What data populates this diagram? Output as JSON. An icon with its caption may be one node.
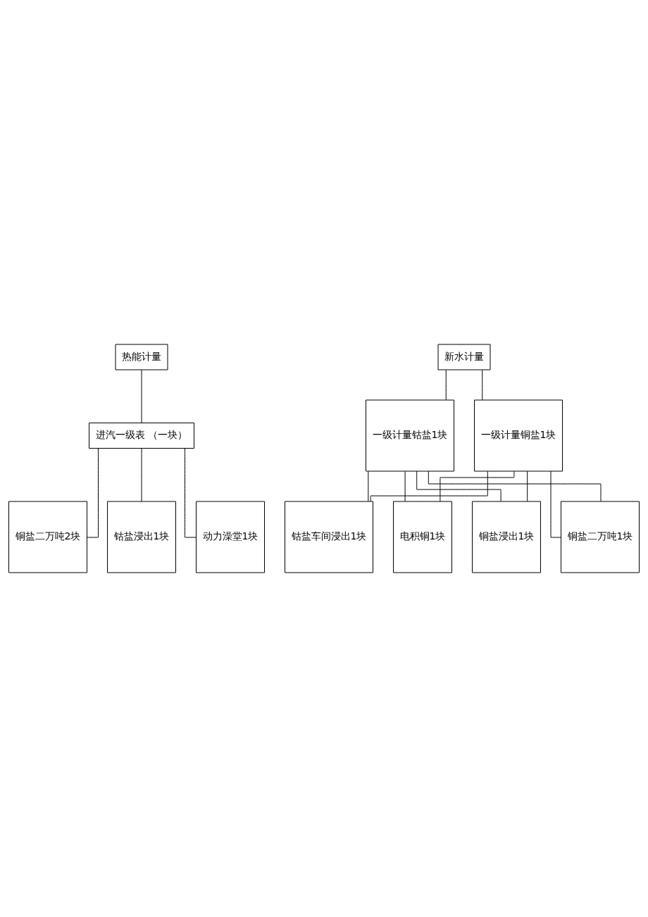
{
  "diagram": {
    "nodes": [
      {
        "text": [
          "热能计量"
        ]
      },
      {
        "text": [
          "进汽一级表 （一块）"
        ]
      },
      {
        "text": [
          "铜盐二万吨2块"
        ]
      },
      {
        "text": [
          "钴盐浸出1块"
        ]
      },
      {
        "text": [
          "动力澡堂1块"
        ]
      },
      {
        "text": [
          "新水计量"
        ]
      },
      {
        "text": [
          "一级计量钴盐1块"
        ]
      },
      {
        "text": [
          "一级计量铜盐1块"
        ]
      },
      {
        "text": [
          "铜盐浸出1块"
        ]
      },
      {
        "text": [
          "铜盐二万吨1块"
        ]
      },
      {
        "text": [
          "钴盐车间浸出1块"
        ]
      },
      {
        "text": [
          "电积铜1块"
        ]
      }
    ],
    "edges": [
      {
        "from": 0,
        "to": 1,
        "arrow": "none"
      },
      {
        "from": 1,
        "to": 2,
        "arrow": "none"
      },
      {
        "from": 1,
        "to": 3,
        "arrow": "none"
      },
      {
        "from": 1,
        "to": 4,
        "arrow": "none"
      },
      {
        "from": 5,
        "to": 6,
        "arrow": "none"
      },
      {
        "from": 5,
        "to": 7,
        "arrow": "none"
      },
      {
        "from": 6,
        "to": 8,
        "arrow": "none"
      },
      {
        "from": 6,
        "to": 9,
        "arrow": "none"
      },
      {
        "from": 6,
        "to": 10,
        "arrow": "none"
      },
      {
        "from": 6,
        "to": 11,
        "arrow": "none"
      },
      {
        "from": 7,
        "to": 8,
        "arrow": "none"
      },
      {
        "from": 7,
        "to": 9,
        "arrow": "none"
      },
      {
        "from": 7,
        "to": 10,
        "arrow": "none"
      },
      {
        "from": 7,
        "to": 11,
        "arrow": "none"
      }
    ]
  }
}
